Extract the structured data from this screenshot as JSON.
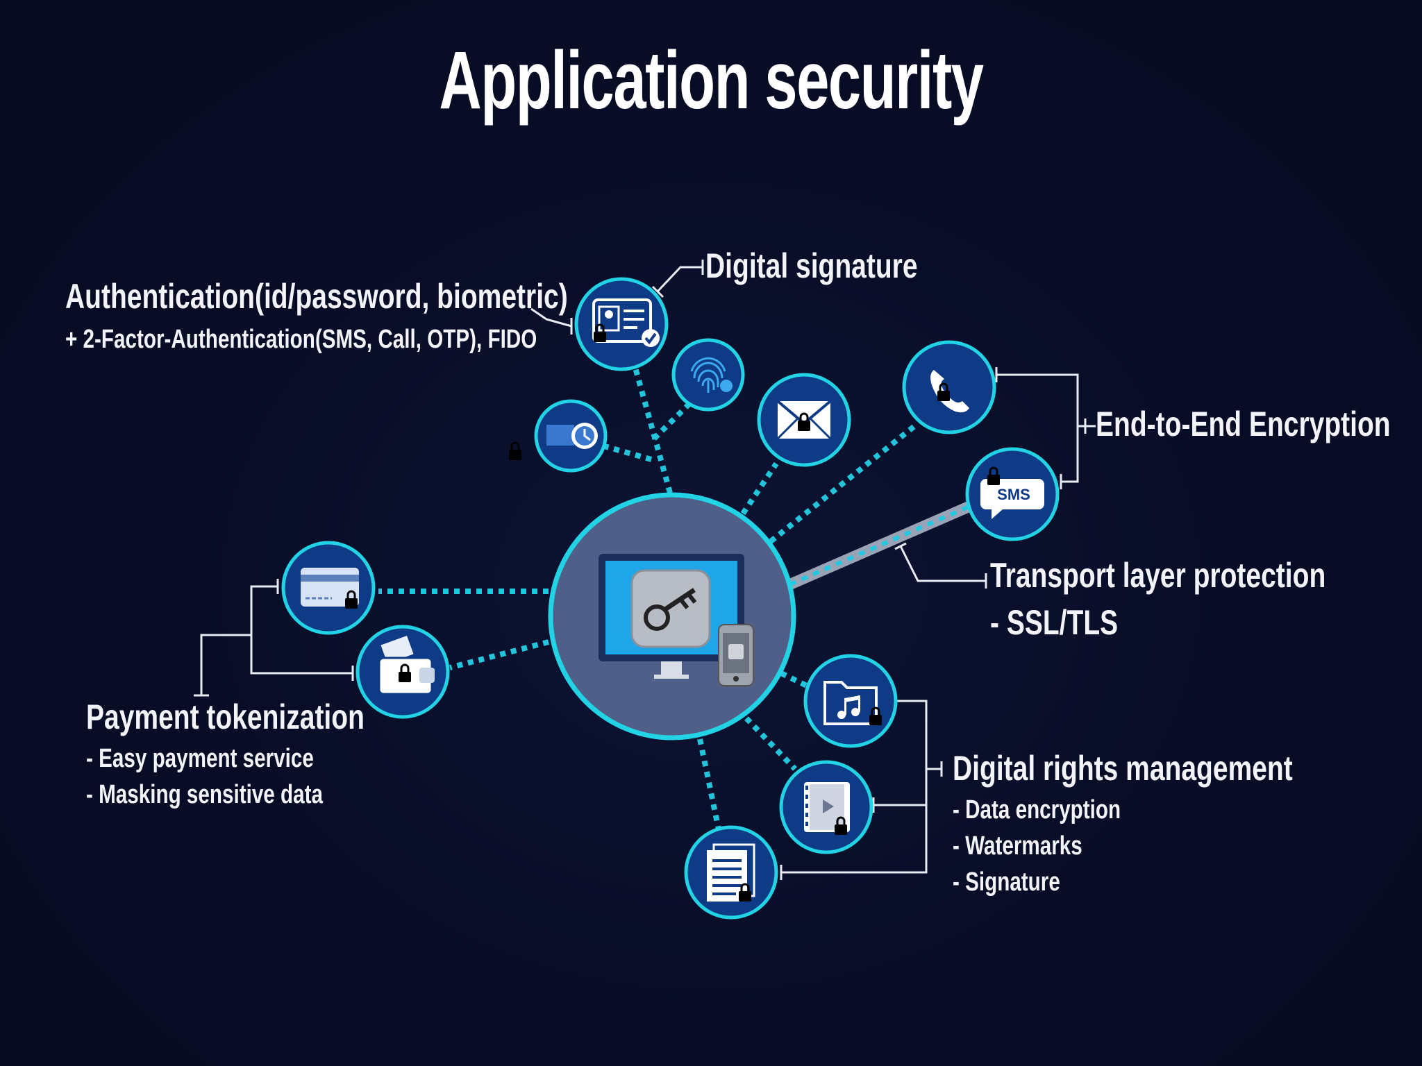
{
  "title": "Application security",
  "labels": {
    "authentication": "Authentication(id/password, biometric)",
    "two_factor": "+ 2-Factor-Authentication(SMS, Call, OTP),  FIDO",
    "digital_signature": "Digital signature",
    "e2e": "End-to-End Encryption",
    "transport": "Transport layer protection",
    "transport_item": "-  SSL/TLS",
    "payment": "Payment tokenization",
    "payment_items": [
      "-    Easy payment service",
      "-    Masking sensitive data"
    ],
    "drm": "Digital rights management",
    "drm_items": [
      "-    Data encryption",
      "-    Watermarks",
      "-    Signature"
    ]
  },
  "icons": {
    "sms_text": "SMS"
  },
  "colors": {
    "background": "#070b22",
    "accent": "#20c8e0",
    "node_fill": "#0e3a86",
    "hub_fill": "#4f5f88",
    "text": "#f2f4f8"
  }
}
